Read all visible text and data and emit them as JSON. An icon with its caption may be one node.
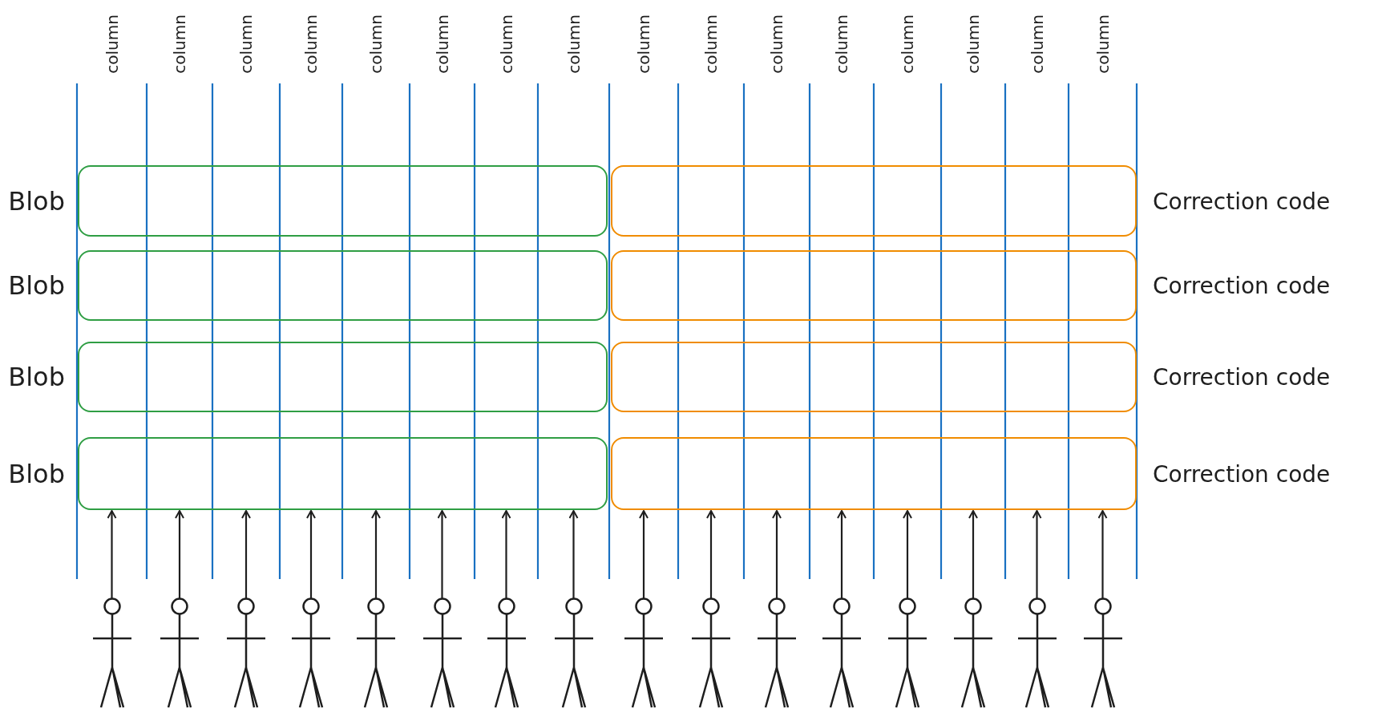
{
  "diagram": {
    "nodes": [
      {
        "text": [
          "Blob"
        ]
      },
      {
        "text": [
          "Correction code"
        ]
      },
      {
        "text": [
          "Blob"
        ]
      },
      {
        "text": [
          "Correction code"
        ]
      },
      {
        "text": [
          "Blob"
        ]
      },
      {
        "text": [
          "Correction code"
        ]
      },
      {
        "text": [
          "Blob"
        ]
      },
      {
        "text": [
          "Correction code"
        ]
      },
      {
        "text": [],
        "shape": "person"
      },
      {
        "text": [],
        "shape": "person"
      },
      {
        "text": [],
        "shape": "person"
      },
      {
        "text": [],
        "shape": "person"
      },
      {
        "text": [],
        "shape": "person"
      },
      {
        "text": [],
        "shape": "person"
      },
      {
        "text": [],
        "shape": "person"
      },
      {
        "text": [],
        "shape": "person"
      },
      {
        "text": [],
        "shape": "person"
      },
      {
        "text": [],
        "shape": "person"
      },
      {
        "text": [],
        "shape": "person"
      },
      {
        "text": [],
        "shape": "person"
      },
      {
        "text": [],
        "shape": "person"
      },
      {
        "text": [],
        "shape": "person"
      },
      {
        "text": [],
        "shape": "person"
      },
      {
        "text": [],
        "shape": "person"
      }
    ],
    "edges": [
      {
        "from": 8,
        "to": 6,
        "arrow": "to"
      },
      {
        "from": 9,
        "to": 6,
        "arrow": "to"
      },
      {
        "from": 10,
        "to": 6,
        "arrow": "to"
      },
      {
        "from": 11,
        "to": 6,
        "arrow": "to"
      },
      {
        "from": 12,
        "to": 6,
        "arrow": "to"
      },
      {
        "from": 13,
        "to": 6,
        "arrow": "to"
      },
      {
        "from": 14,
        "to": 6,
        "arrow": "to"
      },
      {
        "from": 15,
        "to": 6,
        "arrow": "to"
      },
      {
        "from": 16,
        "to": 7,
        "arrow": "to"
      },
      {
        "from": 17,
        "to": 7,
        "arrow": "to"
      },
      {
        "from": 18,
        "to": 7,
        "arrow": "to"
      },
      {
        "from": 19,
        "to": 7,
        "arrow": "to"
      },
      {
        "from": 20,
        "to": 7,
        "arrow": "to"
      },
      {
        "from": 21,
        "to": 7,
        "arrow": "to"
      },
      {
        "from": 22,
        "to": 7,
        "arrow": "to"
      },
      {
        "from": 23,
        "to": 7,
        "arrow": "to"
      }
    ],
    "labels": [
      "column",
      "column",
      "column",
      "column",
      "column",
      "column",
      "column",
      "column",
      "column",
      "column",
      "column",
      "column",
      "column",
      "column",
      "column",
      "column"
    ]
  }
}
